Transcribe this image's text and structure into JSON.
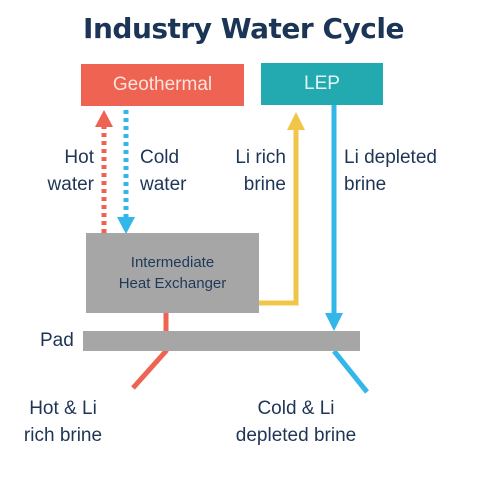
{
  "title": "Industry Water Cycle",
  "boxes": {
    "geothermal": "Geothermal",
    "lep": "LEP",
    "heat_exchanger_line1": "Intermediate",
    "heat_exchanger_line2": "Heat Exchanger"
  },
  "labels": {
    "hot_water_1": "Hot",
    "hot_water_2": "water",
    "cold_water_1": "Cold",
    "cold_water_2": "water",
    "li_rich_brine_1": "Li rich",
    "li_rich_brine_2": "brine",
    "li_depleted_brine_1": "Li depleted",
    "li_depleted_brine_2": "brine",
    "pad": "Pad",
    "hot_li_rich_1": "Hot & Li",
    "hot_li_rich_2": "rich brine",
    "cold_li_depleted_1": "Cold & Li",
    "cold_li_depleted_2": "depleted brine"
  },
  "colors": {
    "title": "#1b3556",
    "geothermal": "#ee6351",
    "lep": "#23a9b0",
    "hot_flow": "#ee6351",
    "cold_flow": "#33b6e8",
    "li_rich_flow": "#f0c54a",
    "li_depleted_flow": "#33b6e8",
    "equipment": "#a6a6a6"
  }
}
